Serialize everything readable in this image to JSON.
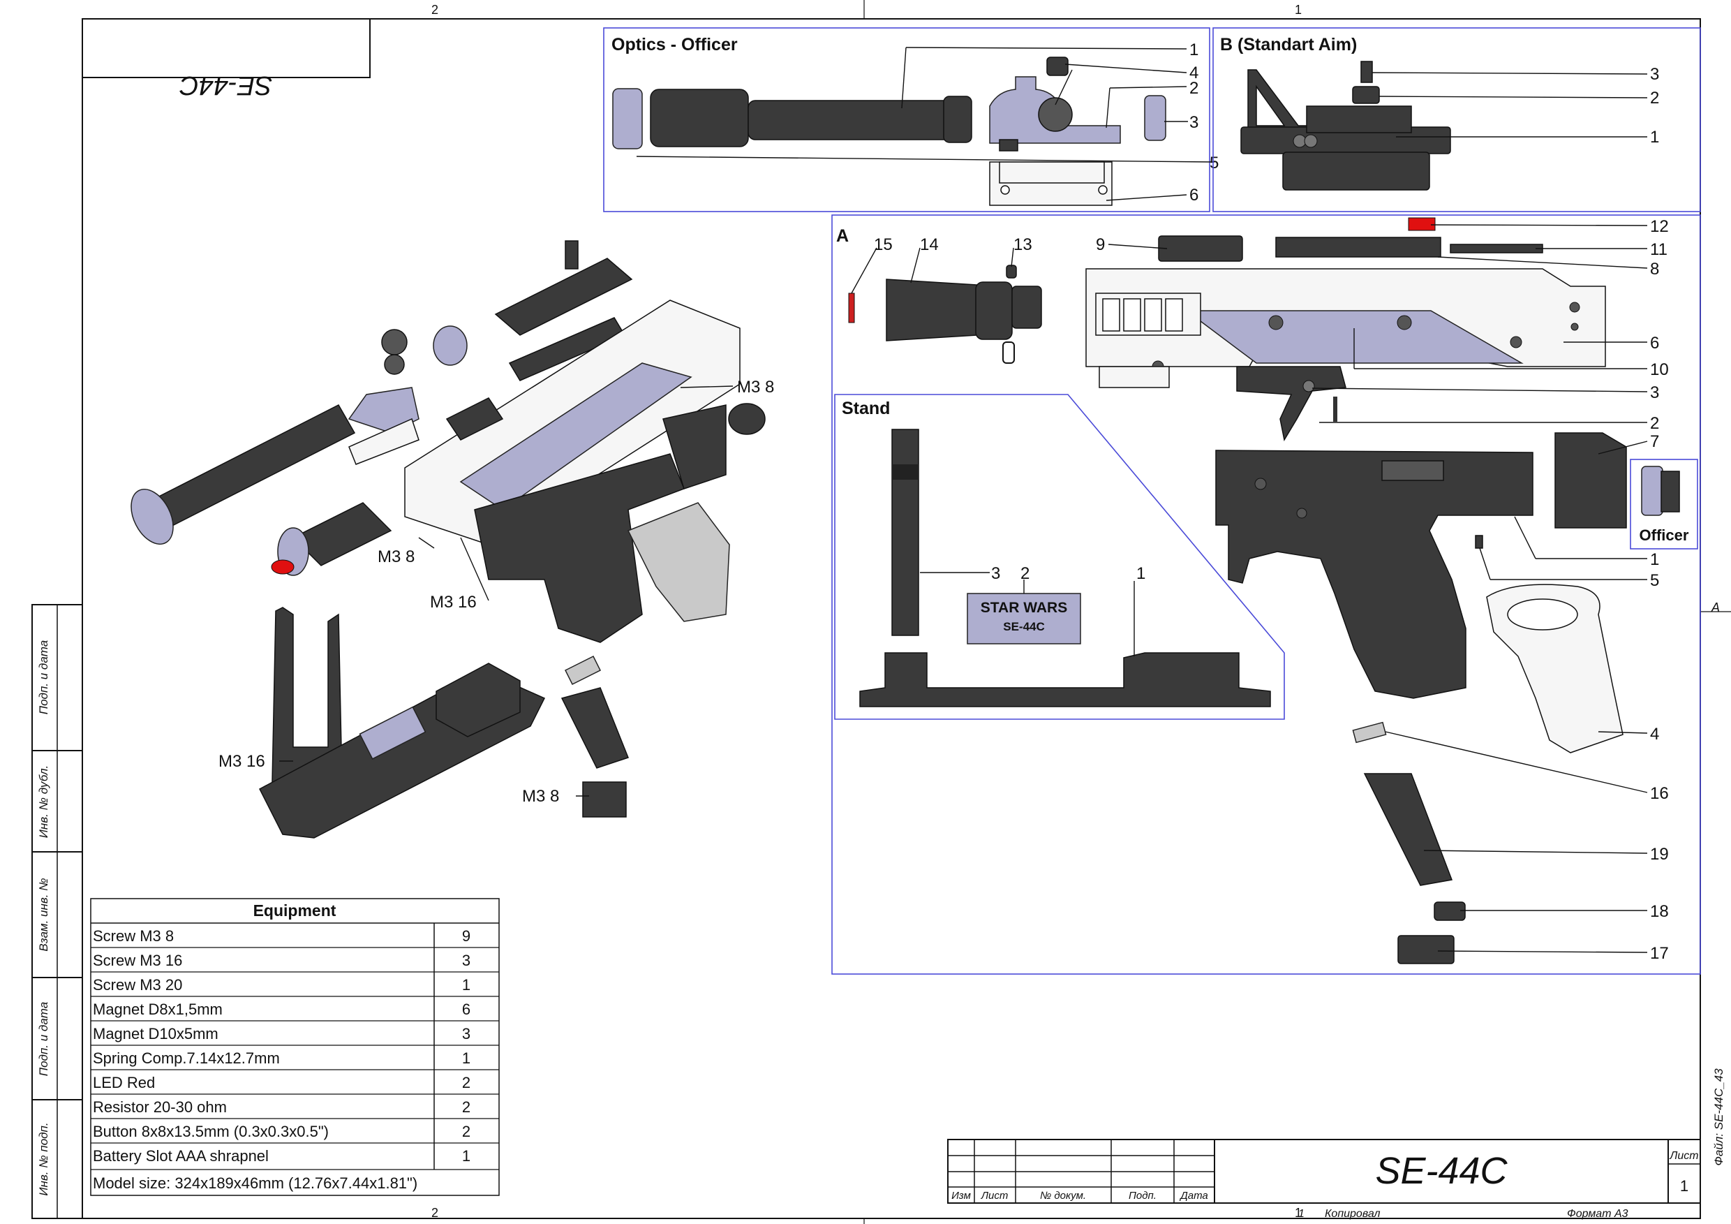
{
  "sheet": {
    "zone_top_left": "2",
    "zone_top_right": "1",
    "zone_bottom_left": "2",
    "zone_bottom_right": "1",
    "zone_side": "A",
    "mirror_title": "SE-44C",
    "file_label": "Файл: SE-44C_43"
  },
  "side_stamps": [
    "Подп. и дата",
    "Инв. № дубл.",
    "Взам. инв. №",
    "Подп. и дата",
    "Инв. № подп."
  ],
  "title_block": {
    "title": "SE-44C",
    "sheet_label": "Лист",
    "sheet_number": "1",
    "headers": [
      "Изм",
      "Лист",
      "№ докум.",
      "Подп.",
      "Дата"
    ],
    "copied": "Копировал",
    "copied_num": "1",
    "format": "Формат А3"
  },
  "views": {
    "optics": {
      "title": "Optics - Officer",
      "callouts": [
        "1",
        "4",
        "2",
        "3",
        "5",
        "6"
      ]
    },
    "standart_aim": {
      "title": "B (Standart Aim)",
      "callouts": [
        "3",
        "2",
        "1"
      ]
    },
    "detail_a": {
      "title": "A",
      "callouts": [
        "15",
        "14",
        "13",
        "9",
        "12",
        "11",
        "8",
        "6",
        "10",
        "3",
        "2",
        "7",
        "1",
        "5",
        "4",
        "16",
        "19",
        "18",
        "17"
      ]
    },
    "stand": {
      "title": "Stand",
      "callouts": [
        "3",
        "2",
        "1"
      ],
      "plate_line1": "STAR WARS",
      "plate_line2": "SE-44C"
    },
    "officer": {
      "title": "Officer"
    },
    "exploded": {
      "screw_labels": [
        "M3 8",
        "M3 8",
        "M3 16",
        "M3 16",
        "M3 8"
      ]
    }
  },
  "equipment": {
    "title": "Equipment",
    "rows": [
      {
        "name": "Screw M3 8",
        "qty": "9"
      },
      {
        "name": "Screw M3 16",
        "qty": "3"
      },
      {
        "name": "Screw M3 20",
        "qty": "1"
      },
      {
        "name": "Magnet D8x1,5mm",
        "qty": "6"
      },
      {
        "name": "Magnet D10x5mm",
        "qty": "3"
      },
      {
        "name": "Spring Comp.7.14x12.7mm",
        "qty": "1"
      },
      {
        "name": "LED Red",
        "qty": "2"
      },
      {
        "name": "Resistor 20-30 ohm",
        "qty": "2"
      },
      {
        "name": "Button 8x8x13.5mm (0.3x0.3x0.5\")",
        "qty": "2"
      },
      {
        "name": "Battery Slot AAA shrapnel",
        "qty": "1"
      }
    ],
    "footer": "Model size: 324x189x46mm (12.76x7.44x1.81\")"
  },
  "colors": {
    "frame_blue": "#4a4ad8",
    "part_dark": "#3a3a3a",
    "part_lavender": "#aeaecf",
    "led_red": "#e01010"
  }
}
